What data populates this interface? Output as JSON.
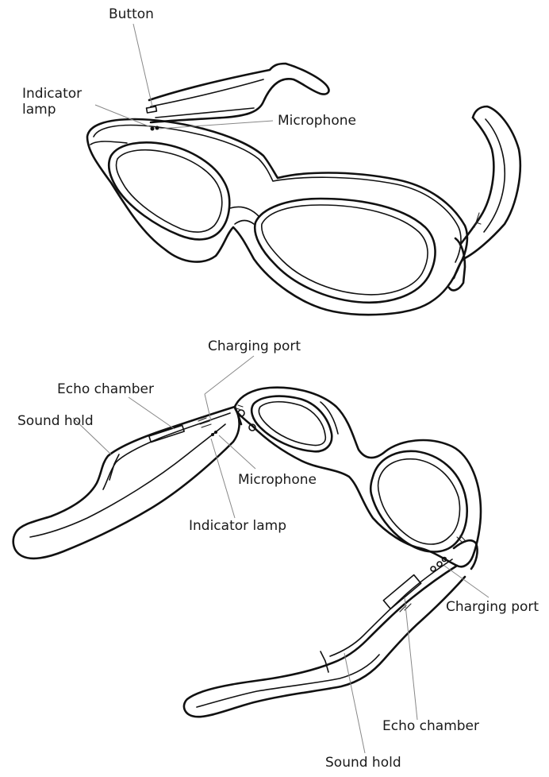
{
  "top_view": {
    "labels": {
      "button": "Button",
      "indicator_lamp": "Indicator lamp",
      "microphone": "Microphone"
    }
  },
  "bottom_view": {
    "labels": {
      "charging_port_top": "Charging port",
      "echo_chamber_left": "Echo chamber",
      "sound_hold_left": "Sound hold",
      "microphone": "Microphone",
      "indicator_lamp": "Indicator lamp",
      "charging_port_right": "Charging port",
      "echo_chamber_right": "Echo chamber",
      "sound_hold_bottom": "Sound hold"
    }
  },
  "colors": {
    "line": "#111111",
    "leader": "#888888",
    "text": "#1a1a1a",
    "background": "#ffffff"
  }
}
